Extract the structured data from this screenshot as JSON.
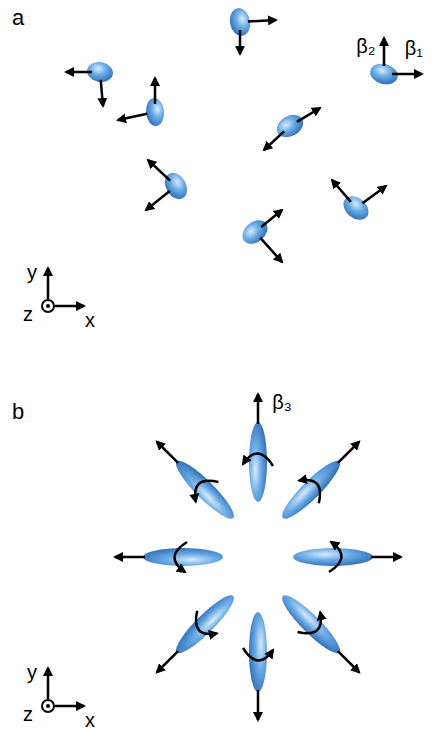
{
  "diagram": {
    "labels": [
      "a",
      "β₂",
      "β₁",
      "y",
      "z",
      "x",
      "b",
      "β₃",
      "y",
      "z",
      "x"
    ]
  }
}
